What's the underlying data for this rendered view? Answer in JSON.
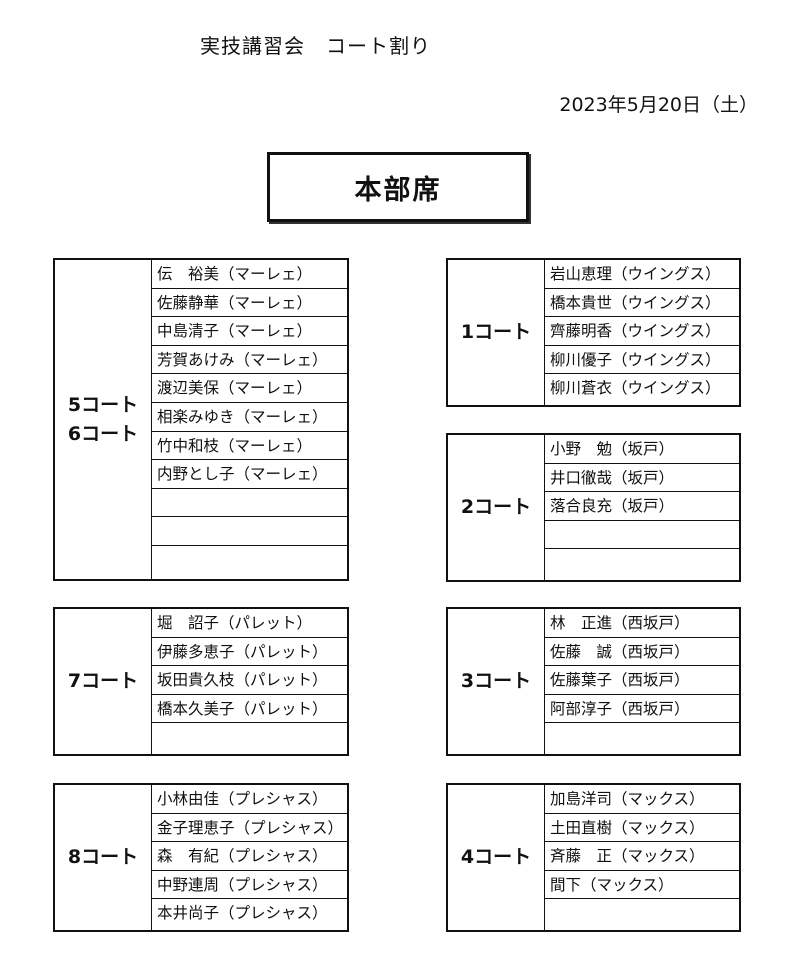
{
  "title": "実技講習会　コート割り",
  "date": "2023年5月20日（土）",
  "headquarters": "本部席",
  "courts": [
    {
      "id": "5-6",
      "label": [
        "5コート",
        "6コート"
      ],
      "entries": [
        "伝　裕美（マーレェ）",
        "佐藤静華（マーレェ）",
        "中島清子（マーレェ）",
        "芳賀あけみ（マーレェ）",
        "渡辺美保（マーレェ）",
        "相楽みゆき（マーレェ）",
        "竹中和枝（マーレェ）",
        "内野とし子（マーレェ）",
        "",
        "",
        ""
      ]
    },
    {
      "id": "1",
      "label": [
        "1コート"
      ],
      "entries": [
        "岩山恵理（ウイングス）",
        "橋本貴世（ウイングス）",
        "齊藤明香（ウイングス）",
        "柳川優子（ウイングス）",
        "柳川蒼衣（ウイングス）"
      ]
    },
    {
      "id": "2",
      "label": [
        "2コート"
      ],
      "entries": [
        "小野　勉（坂戸）",
        "井口徹哉（坂戸）",
        "落合良充（坂戸）",
        "",
        ""
      ]
    },
    {
      "id": "7",
      "label": [
        "7コート"
      ],
      "entries": [
        "堀　詔子（パレット）",
        "伊藤多恵子（パレット）",
        "坂田貴久枝（パレット）",
        "橋本久美子（パレット）",
        ""
      ]
    },
    {
      "id": "3",
      "label": [
        "3コート"
      ],
      "entries": [
        "林　正進（西坂戸）",
        "佐藤　誠（西坂戸）",
        "佐藤葉子（西坂戸）",
        "阿部淳子（西坂戸）",
        ""
      ]
    },
    {
      "id": "8",
      "label": [
        "8コート"
      ],
      "entries": [
        "小林由佳（プレシャス）",
        "金子理恵子（プレシャス）",
        "森　有紀（プレシャス）",
        "中野連周（プレシャス）",
        "本井尚子（プレシャス）"
      ]
    },
    {
      "id": "4",
      "label": [
        "4コート"
      ],
      "entries": [
        "加島洋司（マックス）",
        "土田直樹（マックス）",
        "斉藤　正（マックス）",
        "間下（マックス）",
        ""
      ]
    }
  ]
}
